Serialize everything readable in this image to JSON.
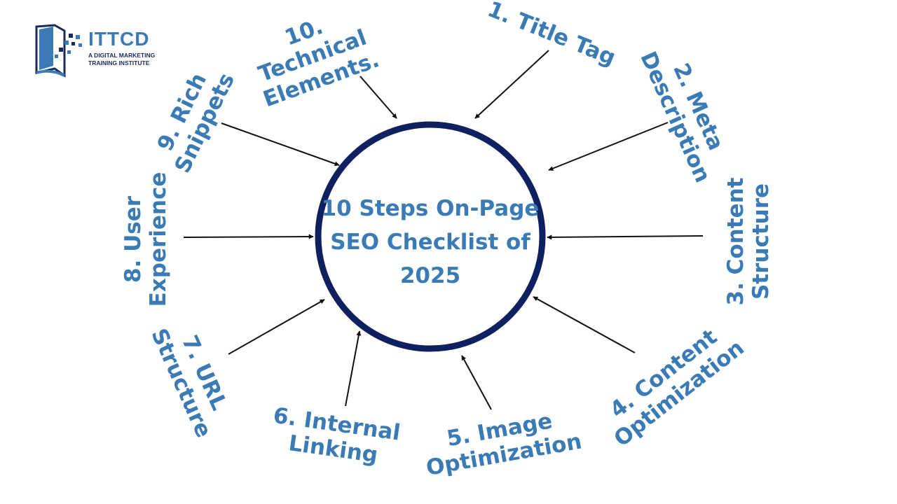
{
  "logo": {
    "name": "ITTCD",
    "tagline": [
      "A DIGITAL MARKETING",
      "TRAINING INSTITUTE"
    ]
  },
  "center": {
    "title": [
      "10 Steps On-Page",
      "SEO Checklist of",
      "2025"
    ]
  },
  "steps": [
    {
      "id": "title-tag",
      "lines": [
        "1. Title Tag"
      ]
    },
    {
      "id": "meta-description",
      "lines": [
        "2. Meta",
        "Description"
      ]
    },
    {
      "id": "content-structure",
      "lines": [
        "3. Content",
        "Structure"
      ]
    },
    {
      "id": "content-optimization",
      "lines": [
        "4. Content",
        "Optimization"
      ]
    },
    {
      "id": "image-optimization",
      "lines": [
        "5. Image",
        "Optimization"
      ]
    },
    {
      "id": "internal-linking",
      "lines": [
        "6. Internal",
        "Linking"
      ]
    },
    {
      "id": "url-structure",
      "lines": [
        "7. URL",
        "Structure"
      ]
    },
    {
      "id": "user-experience",
      "lines": [
        "8. User",
        "Experience"
      ]
    },
    {
      "id": "rich-snippets",
      "lines": [
        "9. Rich",
        "Snippets"
      ]
    },
    {
      "id": "technical-elements",
      "lines": [
        "10.",
        "Technical",
        "Elements."
      ]
    }
  ],
  "colors": {
    "text": "#3a7bb6",
    "circle": "#0e2060",
    "arrow": "#111111",
    "logo_dark": "#1a2a5a"
  }
}
